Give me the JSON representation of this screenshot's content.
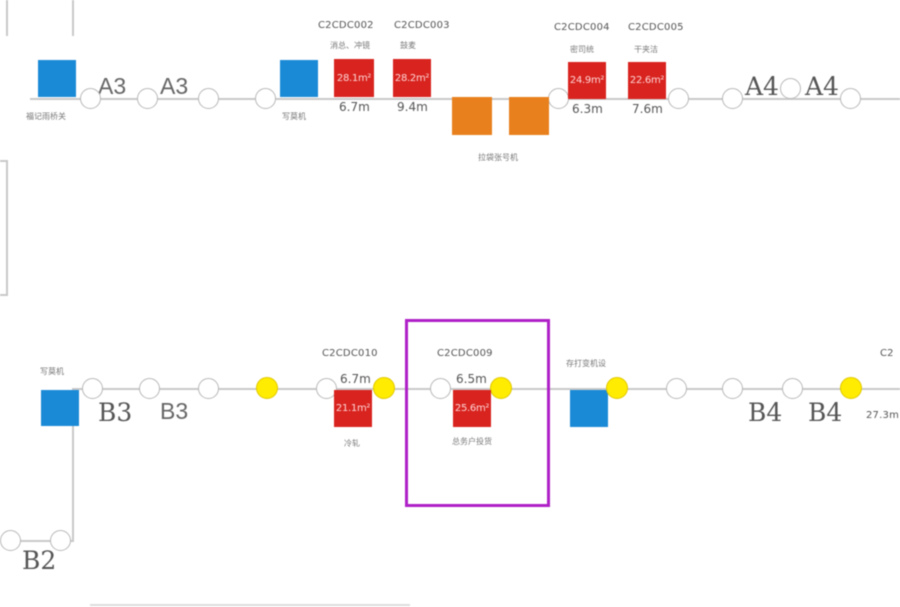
{
  "row_a": {
    "labels": [
      "A3",
      "A3",
      "A4",
      "A4"
    ],
    "top_codes": [
      "C2CDC002",
      "C2CDC003",
      "C2CDC004",
      "C2CDC005"
    ],
    "top_names": [
      "消总、冲镜",
      "鼓麦",
      "密司统",
      "干夹洁"
    ],
    "red_values": [
      "28.1m²",
      "28.2m²",
      "24.9m²",
      "22.6m²"
    ],
    "distances": [
      "6.7m",
      "9.4m",
      "6.3m",
      "7.6m"
    ],
    "blue_captions": [
      "福记雨桥关",
      "写莫机"
    ],
    "orange_caption": "拉袋张号机"
  },
  "row_b": {
    "labels": [
      "B3",
      "B3",
      "B4",
      "B4",
      "B2"
    ],
    "codes": [
      "C2CDC010",
      "C2CDC009",
      "C2"
    ],
    "red_values": [
      "21.1m²",
      "25.6m²"
    ],
    "distances": [
      "6.7m",
      "6.5m",
      "27.3m"
    ],
    "captions": [
      "写莫机",
      "存打变机设",
      "冷轧",
      "总务户投货"
    ]
  },
  "colors": {
    "blue": "#1b8ad6",
    "red": "#d8231e",
    "orange": "#e8801e",
    "yellow": "#ffec00",
    "highlight": "#b020c8",
    "line": "#c9c9c9"
  }
}
